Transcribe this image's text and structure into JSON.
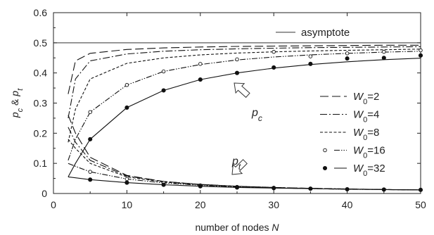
{
  "chart_data": {
    "type": "line",
    "xlabel_text": "number of nodes",
    "xlabel_var": "N",
    "ylabel_parts": [
      "p",
      "c",
      " & ",
      "p",
      "t"
    ],
    "xlim": [
      0,
      50
    ],
    "ylim": [
      0,
      0.6
    ],
    "xticks": [
      "0",
      "10",
      "20",
      "30",
      "40",
      "50"
    ],
    "yticks": [
      "0",
      "0.1",
      "0.2",
      "0.3",
      "0.4",
      "0.5",
      "0.6"
    ],
    "grid": false,
    "legend_position": "right",
    "asymptote": {
      "label": "asymptote",
      "y": 0.5
    },
    "annotations": {
      "pc": {
        "base": "p",
        "sub": "c"
      },
      "pt": {
        "base": "p",
        "sub": "t"
      }
    },
    "series": [
      {
        "label_base": "W",
        "label_sub": "0",
        "label_val": "=2",
        "style": "long-dash",
        "pc": {
          "x": [
            2,
            3,
            5,
            10,
            15,
            20,
            25,
            30,
            35,
            40,
            45,
            50
          ],
          "y": [
            0.33,
            0.44,
            0.465,
            0.478,
            0.483,
            0.486,
            0.488,
            0.489,
            0.49,
            0.491,
            0.492,
            0.492
          ]
        },
        "pt": {
          "x": [
            2,
            3,
            5,
            10,
            15,
            20,
            25,
            30,
            35,
            40,
            45,
            50
          ],
          "y": [
            0.26,
            0.2,
            0.12,
            0.06,
            0.04,
            0.03,
            0.024,
            0.02,
            0.017,
            0.015,
            0.013,
            0.012
          ]
        }
      },
      {
        "label_base": "W",
        "label_sub": "0",
        "label_val": "=4",
        "style": "dash-dot",
        "pc": {
          "x": [
            2,
            3,
            5,
            10,
            15,
            20,
            25,
            30,
            35,
            40,
            45,
            50
          ],
          "y": [
            0.25,
            0.38,
            0.44,
            0.463,
            0.472,
            0.477,
            0.48,
            0.482,
            0.484,
            0.485,
            0.486,
            0.487
          ]
        },
        "pt": {
          "x": [
            2,
            3,
            5,
            10,
            15,
            20,
            25,
            30,
            35,
            40,
            45,
            50
          ],
          "y": [
            0.22,
            0.17,
            0.11,
            0.058,
            0.04,
            0.03,
            0.024,
            0.02,
            0.017,
            0.015,
            0.013,
            0.012
          ]
        }
      },
      {
        "label_base": "W",
        "label_sub": "0",
        "label_val": "=8",
        "style": "short-dash",
        "pc": {
          "x": [
            2,
            3,
            5,
            10,
            15,
            20,
            25,
            30,
            35,
            40,
            45,
            50
          ],
          "y": [
            0.17,
            0.28,
            0.38,
            0.432,
            0.45,
            0.46,
            0.466,
            0.47,
            0.473,
            0.475,
            0.477,
            0.479
          ]
        },
        "pt": {
          "x": [
            2,
            3,
            5,
            10,
            15,
            20,
            25,
            30,
            35,
            40,
            45,
            50
          ],
          "y": [
            0.18,
            0.15,
            0.1,
            0.055,
            0.038,
            0.029,
            0.023,
            0.019,
            0.017,
            0.015,
            0.013,
            0.012
          ]
        }
      },
      {
        "label_base": "W",
        "label_sub": "0",
        "label_val": "=16",
        "style": "dash-dot-dot",
        "marker": "open-circle",
        "pc": {
          "x": [
            2,
            3,
            5,
            10,
            15,
            20,
            25,
            30,
            35,
            40,
            45,
            50
          ],
          "y": [
            0.11,
            0.18,
            0.27,
            0.36,
            0.405,
            0.428,
            0.443,
            0.453,
            0.46,
            0.465,
            0.469,
            0.472
          ]
        },
        "pt": {
          "x": [
            2,
            3,
            5,
            10,
            15,
            20,
            25,
            30,
            35,
            40,
            45,
            50
          ],
          "y": [
            0.1,
            0.09,
            0.072,
            0.048,
            0.035,
            0.027,
            0.022,
            0.019,
            0.016,
            0.014,
            0.013,
            0.012
          ]
        },
        "markers_pc": {
          "x": [
            5,
            10,
            15,
            20,
            25,
            30,
            35,
            40,
            45,
            50
          ],
          "y": [
            0.27,
            0.36,
            0.405,
            0.43,
            0.445,
            0.47,
            0.455,
            0.465,
            0.47,
            0.475
          ]
        },
        "markers_pt": {
          "x": [
            5,
            10,
            15,
            20,
            25,
            30,
            35,
            40,
            45,
            50
          ],
          "y": [
            0.072,
            0.048,
            0.035,
            0.027,
            0.022,
            0.019,
            0.016,
            0.014,
            0.013,
            0.012
          ]
        }
      },
      {
        "label_base": "W",
        "label_sub": "0",
        "label_val": "=32",
        "style": "solid",
        "marker": "filled-circle",
        "pc": {
          "x": [
            2,
            3,
            5,
            10,
            15,
            20,
            25,
            30,
            35,
            40,
            45,
            50
          ],
          "y": [
            0.055,
            0.1,
            0.18,
            0.285,
            0.342,
            0.378,
            0.4,
            0.416,
            0.428,
            0.437,
            0.444,
            0.449
          ]
        },
        "pt": {
          "x": [
            2,
            3,
            5,
            10,
            15,
            20,
            25,
            30,
            35,
            40,
            45,
            50
          ],
          "y": [
            0.055,
            0.052,
            0.046,
            0.036,
            0.029,
            0.024,
            0.02,
            0.018,
            0.016,
            0.014,
            0.013,
            0.012
          ]
        },
        "markers_pc": {
          "x": [
            5,
            10,
            15,
            20,
            25,
            30,
            35,
            40,
            45,
            50
          ],
          "y": [
            0.18,
            0.285,
            0.342,
            0.378,
            0.4,
            0.418,
            0.43,
            0.448,
            0.45,
            0.458
          ]
        },
        "markers_pt": {
          "x": [
            5,
            10,
            15,
            20,
            25,
            30,
            35,
            40,
            45,
            50
          ],
          "y": [
            0.046,
            0.036,
            0.029,
            0.024,
            0.02,
            0.018,
            0.016,
            0.014,
            0.013,
            0.012
          ]
        }
      }
    ]
  }
}
